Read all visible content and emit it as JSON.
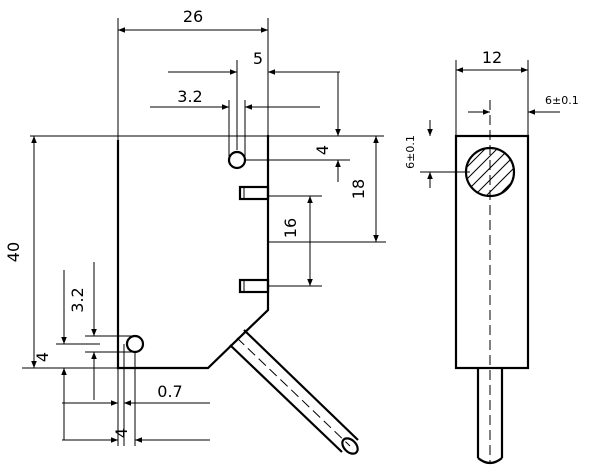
{
  "diagram": {
    "side_view": {
      "dim_width": "26",
      "dim_hole_offset": "5",
      "dim_hole_diameter_top": "3.2",
      "dim_hole_drop": "4",
      "dim_pin_block": "18",
      "dim_pin_pitch": "16",
      "dim_height": "40",
      "dim_hole_diameter_bottom": "3.2",
      "dim_bottom_hole_height": "4",
      "dim_gap": "0.7",
      "dim_bottom_offset": "4"
    },
    "end_view": {
      "dim_width": "12",
      "dim_center_x": "6±0.1",
      "dim_center_y": "6±0.1"
    }
  }
}
